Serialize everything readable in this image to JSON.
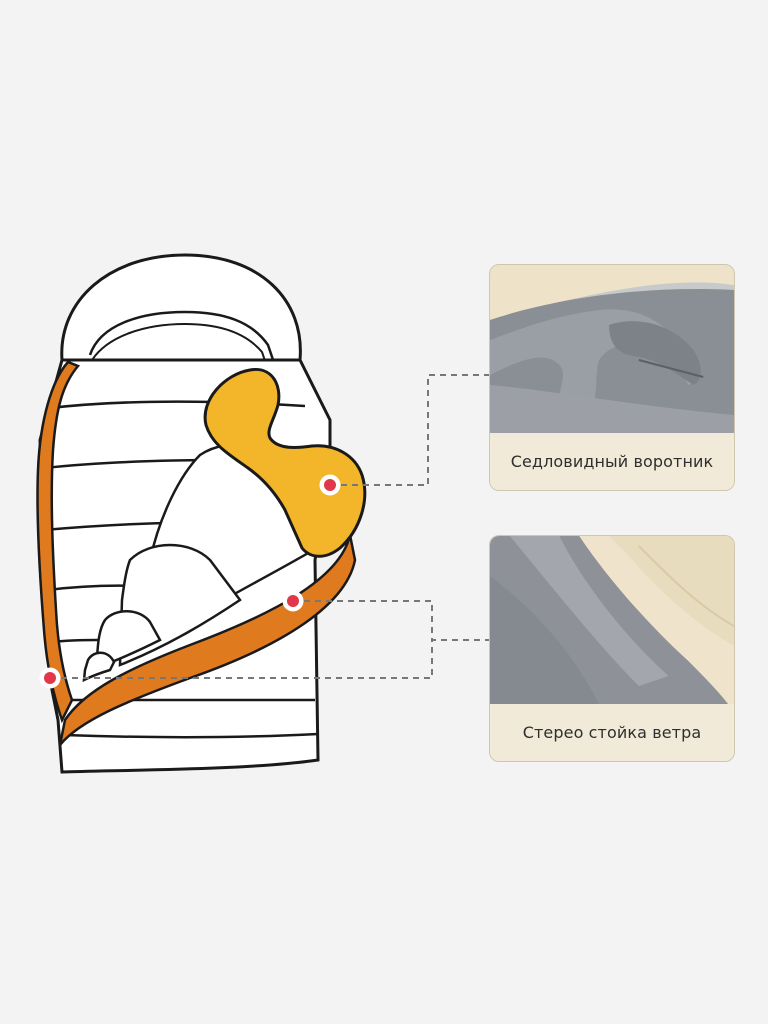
{
  "callouts": [
    {
      "id": "collar",
      "label": "Седловидный воротник"
    },
    {
      "id": "wind",
      "label": "Стерео стойка ветра"
    }
  ],
  "colors": {
    "background": "#f3f3f3",
    "collar_fill": "#f3b62a",
    "collar_stroke": "#d98e12",
    "draft_tube": "#e07a1e",
    "marker": "#e0384a",
    "fabric_gray": "#8e9298",
    "fabric_cream": "#efe4cb"
  },
  "icons": {
    "marker": "hotspot-marker-icon"
  }
}
